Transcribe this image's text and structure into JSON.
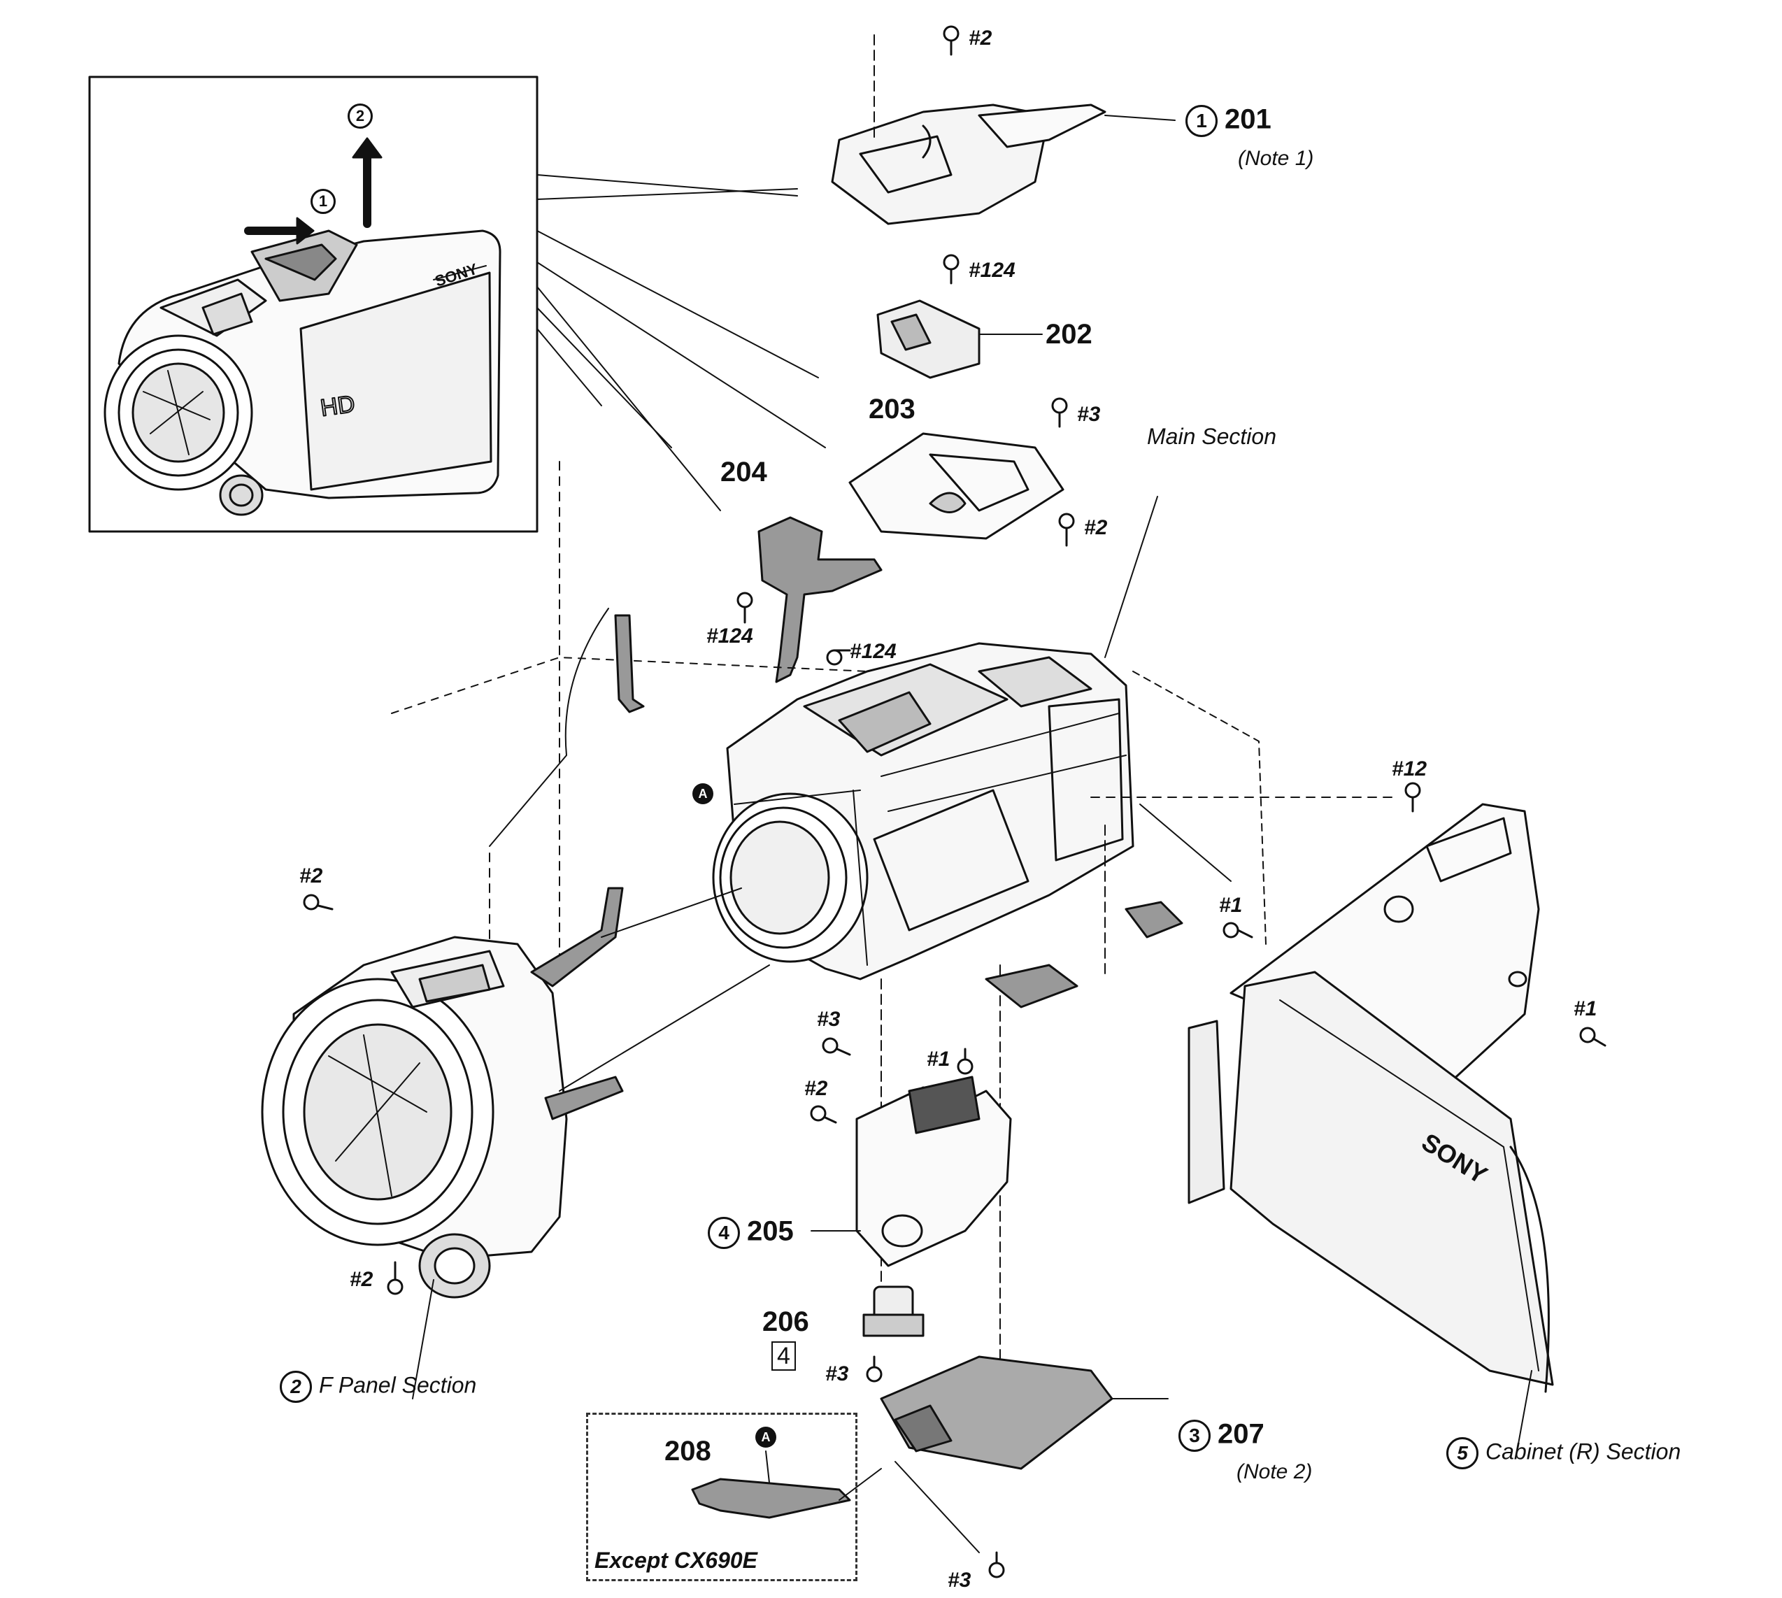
{
  "inset": {
    "step1": "1",
    "step2": "2"
  },
  "parts": {
    "p201": {
      "num": "1",
      "code": "201",
      "note": "(Note 1)"
    },
    "p202": {
      "code": "202"
    },
    "p203": {
      "code": "203"
    },
    "p204": {
      "code": "204"
    },
    "p205": {
      "num": "4",
      "code": "205"
    },
    "p206": {
      "code": "206",
      "box": "4"
    },
    "p207": {
      "num": "3",
      "code": "207",
      "note": "(Note 2)"
    },
    "p208": {
      "code": "208"
    }
  },
  "screws": {
    "s2_top": "#2",
    "s124_a": "#124",
    "s3_main": "#3",
    "s2_main": "#2",
    "s124_b": "#124",
    "s124_c": "#124",
    "s12": "#12",
    "s1_right": "#1",
    "s2_left": "#2",
    "s1_far": "#1",
    "s3_mid": "#3",
    "s1_mid": "#1",
    "s2_mid": "#2",
    "s2_bottom": "#2",
    "s3_low": "#3",
    "s3_bottom": "#3"
  },
  "sections": {
    "main": "Main Section",
    "fpanel": {
      "num": "2",
      "text": "F Panel Section"
    },
    "cabinet": {
      "num": "5",
      "text": "Cabinet (R) Section"
    },
    "except": "Except CX690E"
  },
  "markers": {
    "a": "A"
  }
}
